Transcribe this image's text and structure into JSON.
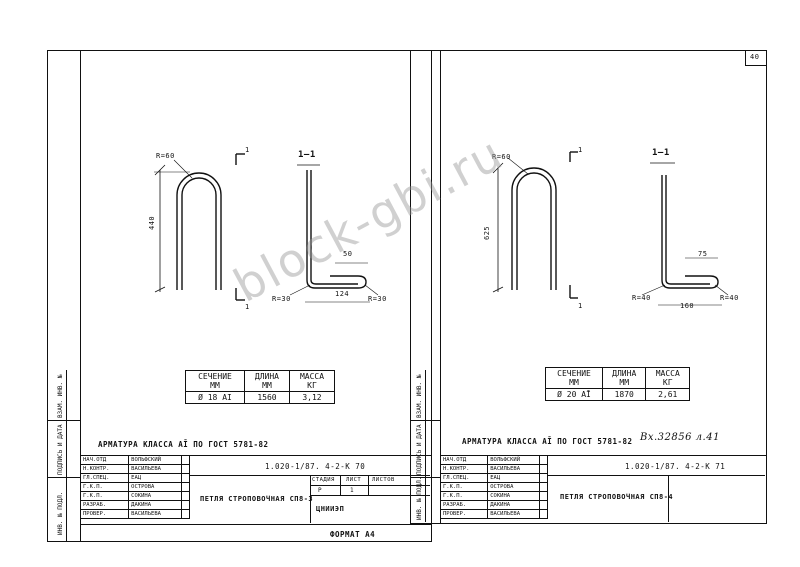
{
  "sheet_number": "40",
  "left": {
    "dim_radius_top": "R=60",
    "dim_height": "440",
    "section_mark": "1",
    "section_title": "1—1",
    "dim_50": "50",
    "dim_r30_left": "R=30",
    "dim_r30_right": "R=30",
    "dim_124": "124",
    "spec_headers": [
      "СЕЧЕНИЕ\nММ",
      "ДЛИНА\nММ",
      "МАССА\nКГ"
    ],
    "spec_row": [
      "Ø 18 АI",
      "1560",
      "3,12"
    ],
    "note": "АРМАТУРА КЛАССА АĪ ПО ГОСТ 5781-82",
    "doc_code": "1.020-1/87. 4-2-К 70",
    "title": "ПЕТЛЯ СТРОПОВОЧНАЯ СП8-3",
    "org": "ЦНИИЭП",
    "stadia": "СТАДИЯ",
    "list": "ЛИСТ",
    "listov": "ЛИСТОВ",
    "r_val": "Р",
    "list_val": "1",
    "format": "ФОРМАТ А4",
    "sig_rows": [
      [
        "НАЧ.ОТД",
        "ВОЛЬФСКИЙ"
      ],
      [
        "Н.КОНТР.",
        "ВАСИЛЬЕВА"
      ],
      [
        "ГЛ.СПЕЦ.",
        "ЕАЦ"
      ],
      [
        "Г.К.П.",
        "ОСТРОВА"
      ],
      [
        "Г.К.П.",
        "СОКИНА"
      ],
      [
        "РАЗРАБ.",
        "ДАКИНА"
      ],
      [
        "ПРОВЕР.",
        "ВАСИЛЬЕВА"
      ]
    ],
    "side_labels": [
      "ВЗАМ. ИНВ. №",
      "ПОДПИСЬ И ДАТА",
      "ИНВ. № ПОДЛ."
    ]
  },
  "right": {
    "dim_radius_top": "R=60",
    "dim_height": "625",
    "section_mark": "1",
    "section_title": "1—1",
    "dim_75": "75",
    "dim_r40_left": "R=40",
    "dim_r40_right": "R=40",
    "dim_160": "160",
    "spec_headers": [
      "СЕЧЕНИЕ\nММ",
      "ДЛИНА\nММ",
      "МАССА\nКГ"
    ],
    "spec_row": [
      "Ø 20 АĪ",
      "1870",
      "2,61"
    ],
    "note": "АРМАТУРА КЛАССА АĪ ПО ГОСТ 5781-82",
    "stamp": "Вх.32856 л.41",
    "doc_code": "1.020-1/87. 4-2-К 71",
    "title": "ПЕТЛЯ СТРОПОВОЧНАЯ СП8-4",
    "sig_rows": [
      [
        "НАЧ.ОТД",
        "ВОЛЬФСКИЙ"
      ],
      [
        "Н.КОНТР.",
        "ВАСИЛЬЕВА"
      ],
      [
        "ГЛ.СПЕЦ.",
        "ЕАЦ"
      ],
      [
        "Г.К.П.",
        "ОСТРОВА"
      ],
      [
        "Г.К.П.",
        "СОКИНА"
      ],
      [
        "РАЗРАБ.",
        "ДАКИНА"
      ],
      [
        "ПРОВЕР.",
        "ВАСИЛЬЕВА"
      ]
    ],
    "side_labels": [
      "ВЗАМ. ИНВ. №",
      "ПОДПИСЬ И ДАТА",
      "ИНВ. № ПОДЛ."
    ]
  },
  "watermark": "block-gbi.ru"
}
